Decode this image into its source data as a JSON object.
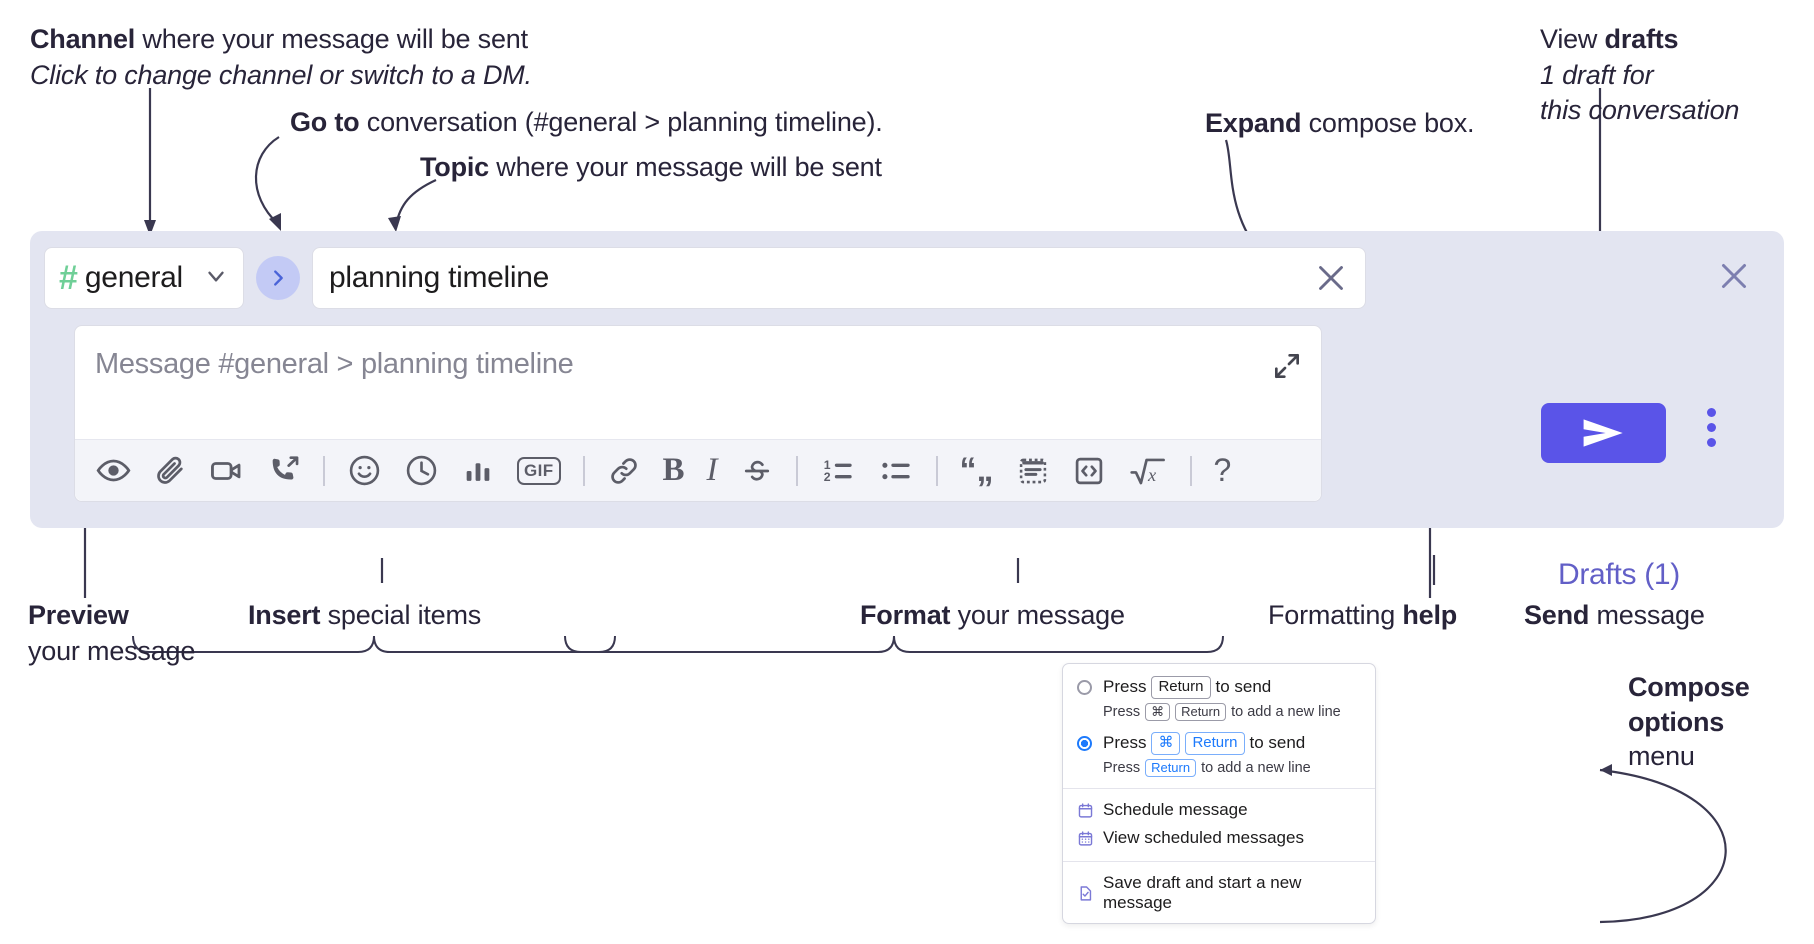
{
  "annotations": {
    "channel": {
      "bold": "Channel",
      "rest": " where your message will be sent",
      "italic": "Click to change channel or switch to a DM."
    },
    "goto": {
      "bold": "Go to",
      "rest": " conversation (#general > planning timeline)."
    },
    "topic": {
      "bold": "Topic",
      "rest": " where your message will be sent"
    },
    "expand": {
      "bold": "Expand",
      "rest": " compose box."
    },
    "drafts": {
      "plain": "View ",
      "bold": "drafts",
      "italic1": "1 draft for",
      "italic2": "this conversation"
    },
    "preview": {
      "bold": "Preview",
      "rest": "your message"
    },
    "insert": {
      "bold": "Insert",
      "rest": " special items"
    },
    "format": {
      "bold": "Format",
      "rest": " your message"
    },
    "help": {
      "plain": "Formatting ",
      "bold": "help"
    },
    "send": {
      "bold": "Send",
      "rest": " message"
    },
    "compose_options": {
      "bold1": "Compose",
      "bold2": "options",
      "rest": "menu"
    }
  },
  "compose": {
    "channel_name": "general",
    "channel_hash": "#",
    "topic_value": "planning timeline",
    "message_placeholder": "Message #general > planning timeline",
    "drafts_label": "Drafts (1)",
    "accent_color": "#5a54e8",
    "panel_color": "#e3e5f1",
    "hash_color": "#6fcf97",
    "drafts_color": "#625fc7",
    "toolbar": [
      {
        "name": "preview-icon",
        "label": "Preview"
      },
      {
        "name": "attachment-icon",
        "label": "Attach file"
      },
      {
        "name": "video-icon",
        "label": "Record video clip"
      },
      {
        "name": "phone-forward-icon",
        "label": "Huddle"
      },
      {
        "sep": true
      },
      {
        "name": "emoji-icon",
        "label": "Emoji"
      },
      {
        "name": "clock-icon",
        "label": "Reminder"
      },
      {
        "name": "poll-icon",
        "label": "Poll"
      },
      {
        "name": "gif-icon",
        "label": "GIF"
      },
      {
        "sep": true
      },
      {
        "name": "link-icon",
        "label": "Link"
      },
      {
        "name": "bold-icon",
        "label": "B"
      },
      {
        "name": "italic-icon",
        "label": "I"
      },
      {
        "name": "strikethrough-icon",
        "label": "Strikethrough"
      },
      {
        "sep": true
      },
      {
        "name": "ordered-list-icon",
        "label": "Ordered list"
      },
      {
        "name": "bulleted-list-icon",
        "label": "Bulleted list"
      },
      {
        "sep": true
      },
      {
        "name": "blockquote-icon",
        "label": "Blockquote"
      },
      {
        "name": "code-block-icon",
        "label": "Code block"
      },
      {
        "name": "code-icon",
        "label": "Code"
      },
      {
        "name": "math-icon",
        "label": "Math"
      },
      {
        "sep": true
      },
      {
        "name": "help-icon",
        "label": "?"
      }
    ]
  },
  "menu": {
    "option1": {
      "selected": false,
      "pre": "Press",
      "key": "Return",
      "post": "to send",
      "sub_pre": "Press",
      "sub_key1": "⌘",
      "sub_key2": "Return",
      "sub_post": "to add a new line"
    },
    "option2": {
      "selected": true,
      "pre": "Press",
      "key1": "⌘",
      "key2": "Return",
      "post": "to send",
      "sub_pre": "Press",
      "sub_key": "Return",
      "sub_post": "to add a new line"
    },
    "items": [
      {
        "icon": "calendar-schedule-icon",
        "label": "Schedule message"
      },
      {
        "icon": "calendar-grid-icon",
        "label": "View scheduled messages"
      },
      {
        "icon": "save-draft-icon",
        "label": "Save draft and start a new message",
        "divider_before": true
      }
    ]
  }
}
